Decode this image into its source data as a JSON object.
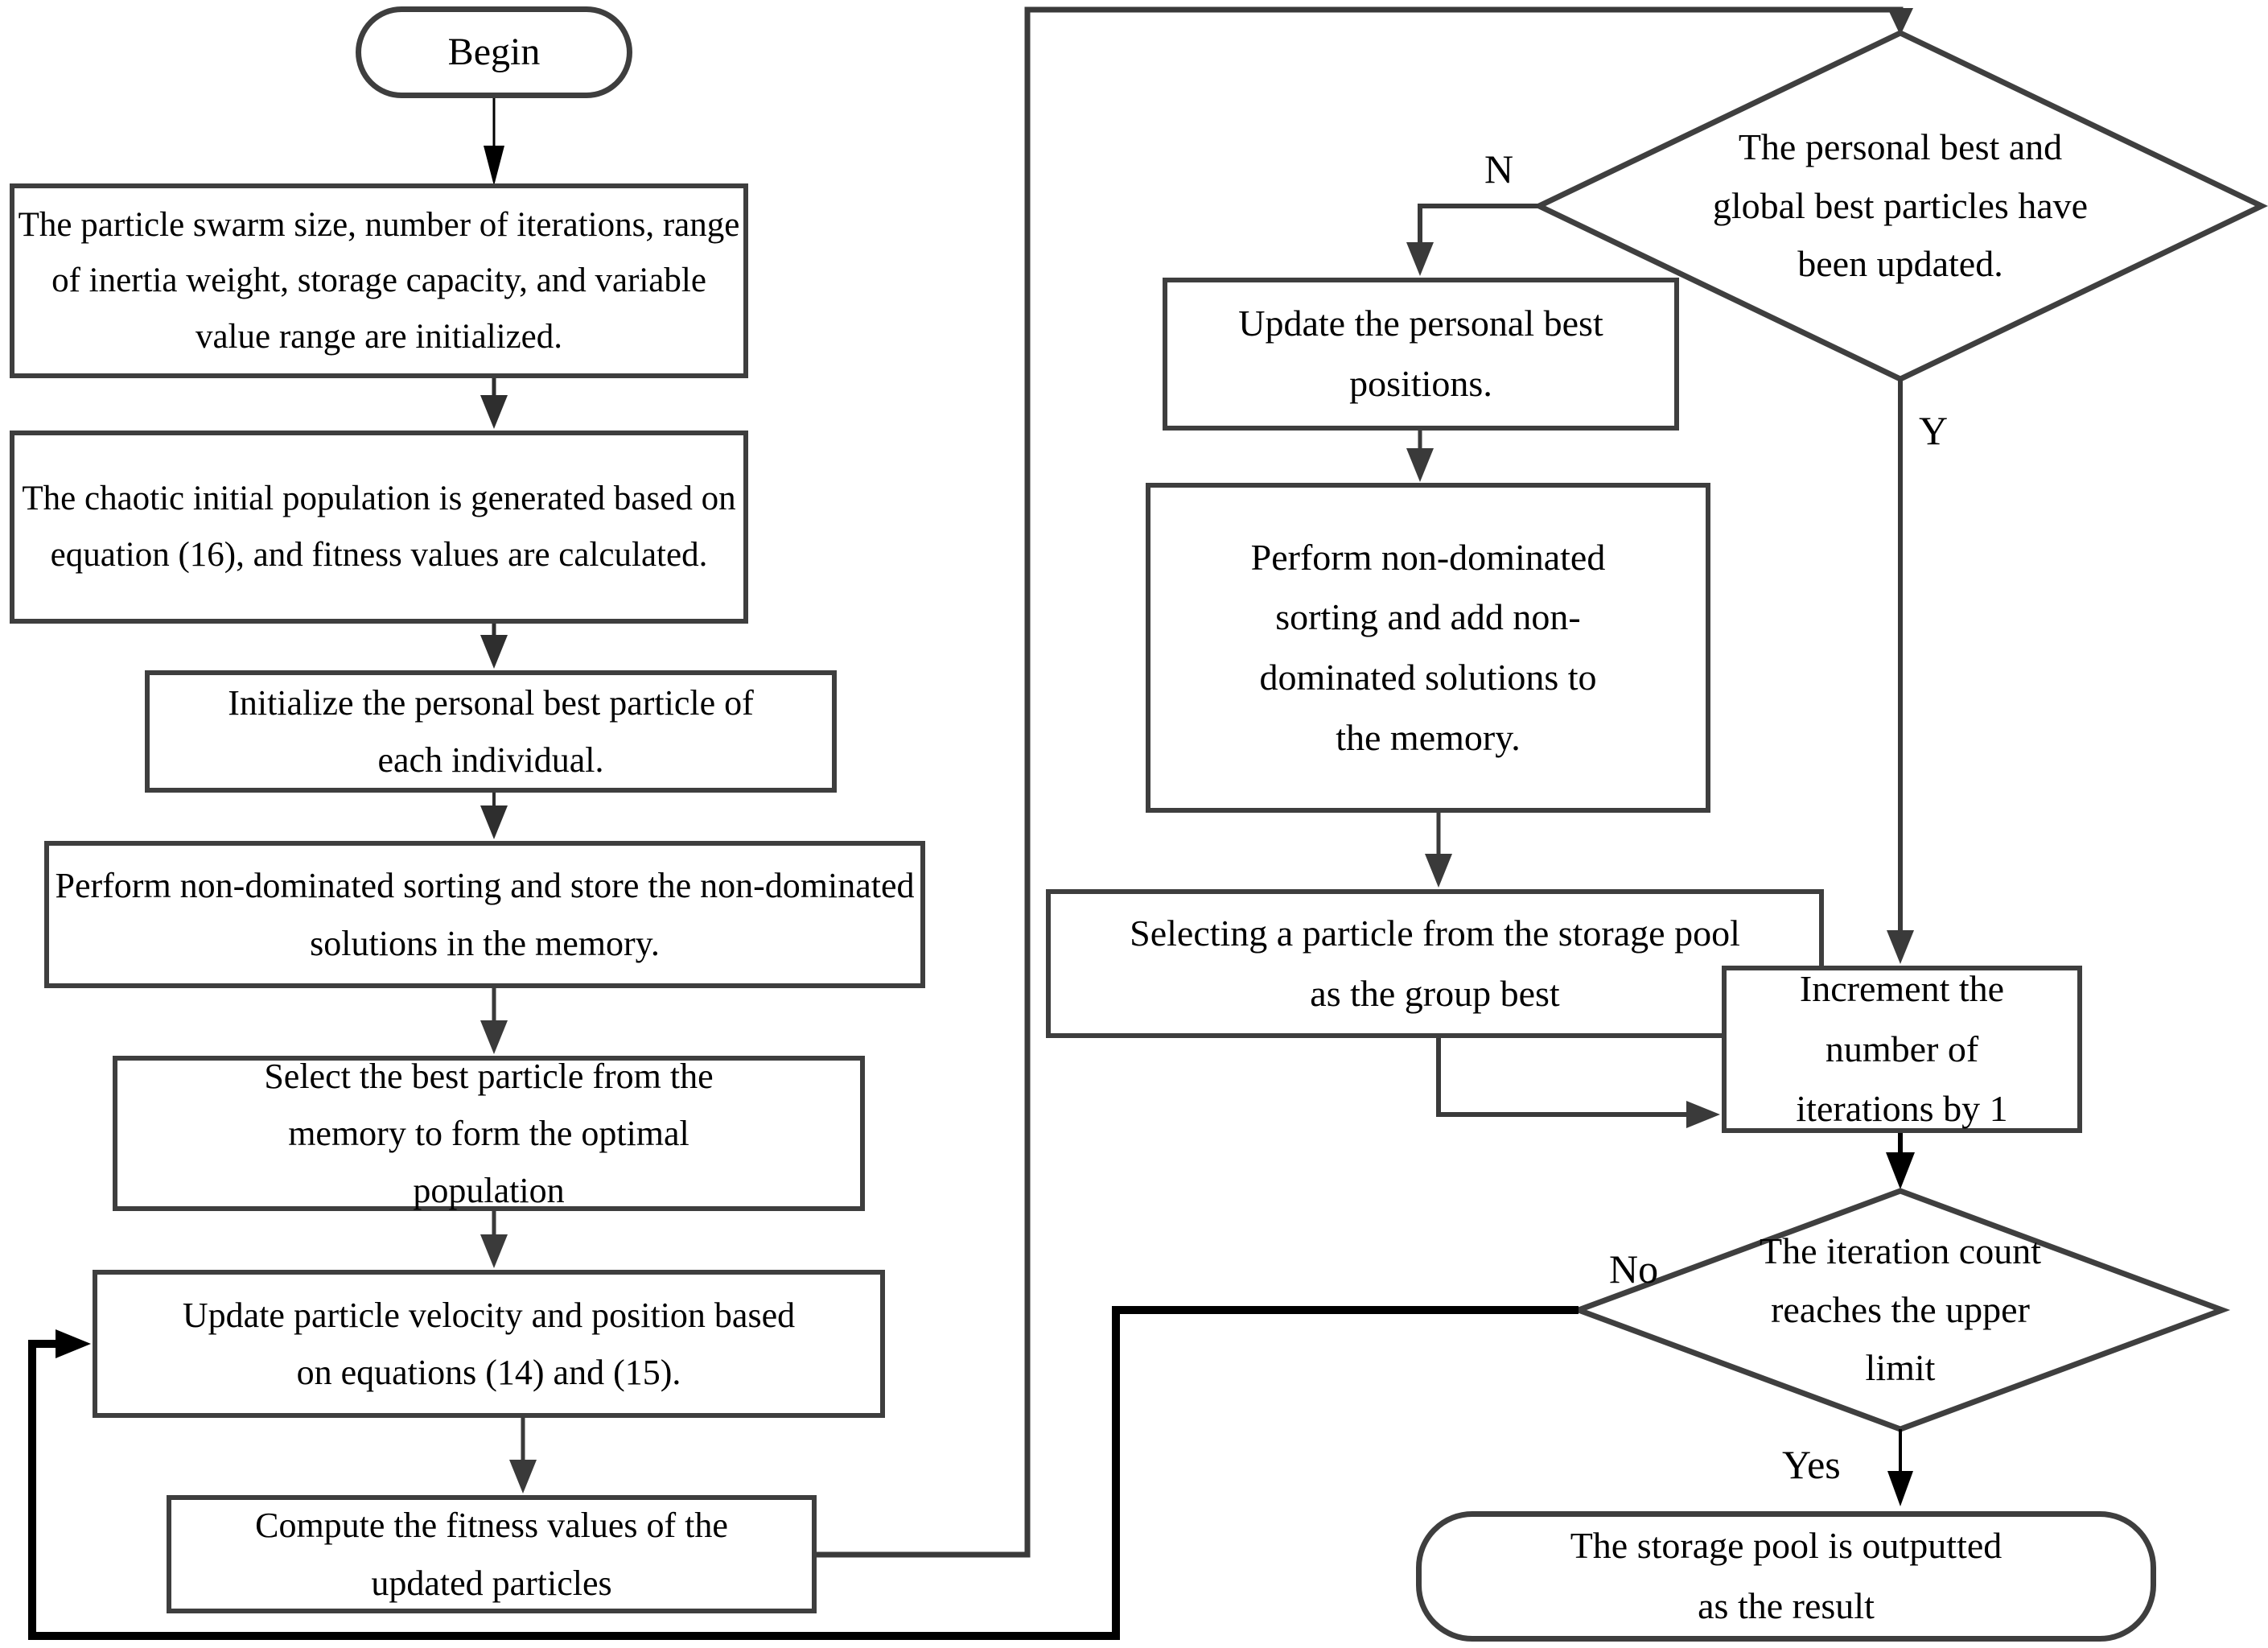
{
  "diagram": {
    "type": "flowchart",
    "nodes": {
      "begin": {
        "shape": "terminal",
        "label": "Begin"
      },
      "init_params": {
        "shape": "process",
        "text": "The particle swarm size, number of iterations, range of inertia weight, storage capacity, and variable value range are initialized."
      },
      "chaotic_population": {
        "shape": "process",
        "text": "The chaotic initial population is generated based on equation (16), and fitness values are calculated."
      },
      "init_personal_best": {
        "shape": "process",
        "text": "Initialize the personal best particle of each individual."
      },
      "sort_store_memory": {
        "shape": "process",
        "text": "Perform non-dominated sorting and store the non-dominated solutions in the memory."
      },
      "select_best_particle": {
        "shape": "process",
        "text": "Select the best particle from the memory to form the optimal population"
      },
      "update_velocity_position": {
        "shape": "process",
        "text": "Update particle velocity and position based on equations (14) and (15)."
      },
      "compute_fitness": {
        "shape": "process",
        "text": "Compute the fitness values of the updated particles"
      },
      "best_updated_decision": {
        "shape": "decision",
        "text": "The personal best and global best particles have been updated."
      },
      "update_personal_best": {
        "shape": "process",
        "text": "Update the personal best positions."
      },
      "sort_add_memory": {
        "shape": "process",
        "text": "Perform non-dominated sorting and add non-dominated solutions to the memory."
      },
      "select_group_best": {
        "shape": "process",
        "text": "Selecting a particle from the storage pool as the group best"
      },
      "increment_iterations": {
        "shape": "process",
        "text": "Increment the number of iterations by 1"
      },
      "iteration_limit_decision": {
        "shape": "decision",
        "text": "The iteration count reaches the upper limit"
      },
      "output_result": {
        "shape": "terminal",
        "label": "The storage pool is outputted as the result"
      }
    },
    "branch_labels": {
      "n": "N",
      "y": "Y",
      "no": "No",
      "yes": "Yes"
    },
    "colors": {
      "background": "#ffffff",
      "shape_border": "#3e3e3e",
      "connector": "#3a3a3a",
      "emphasis_connector": "#000000",
      "text": "#000000"
    }
  }
}
